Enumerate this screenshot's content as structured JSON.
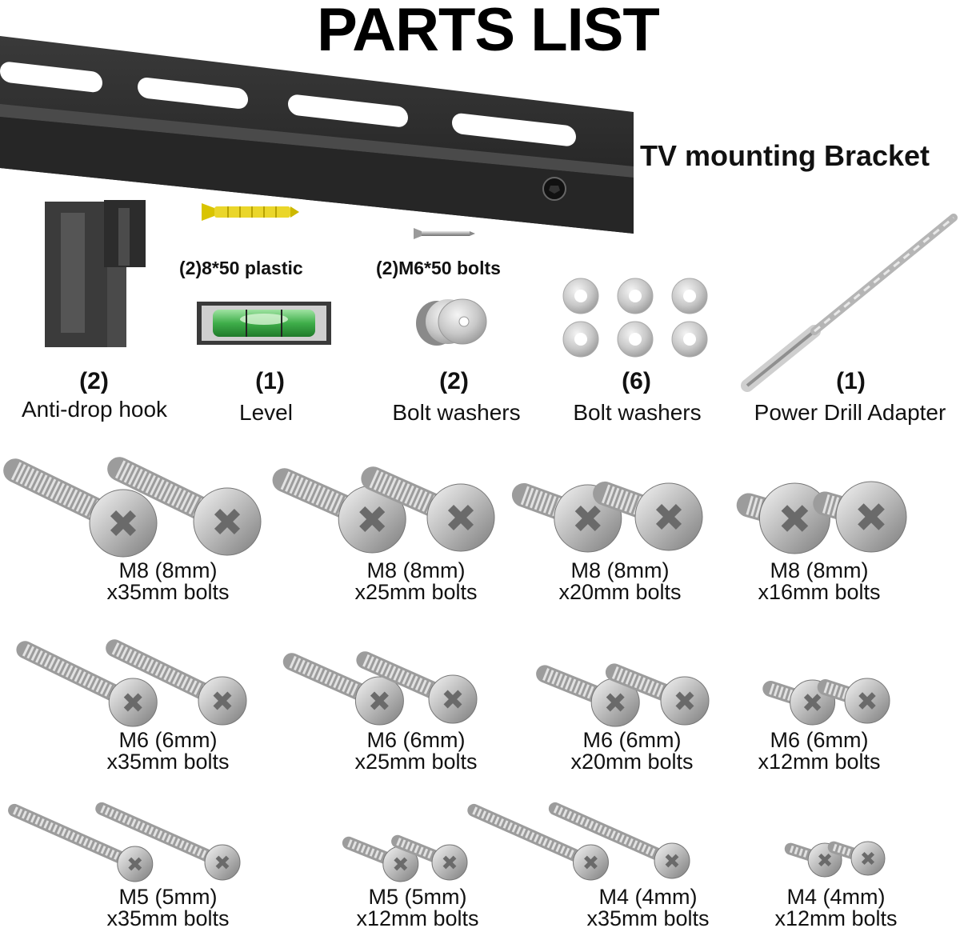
{
  "title": "PARTS LIST",
  "bracket": {
    "label": "TV mounting Bracket"
  },
  "small_parts": [
    {
      "label": "(2)8*50 plastic"
    },
    {
      "label": "(2)M6*50 bolts"
    }
  ],
  "parts": [
    {
      "qty": "(2)",
      "name": "Anti-drop hook"
    },
    {
      "qty": "(1)",
      "name": "Level"
    },
    {
      "qty": "(2)",
      "name": "Bolt washers"
    },
    {
      "qty": "(6)",
      "name": "Bolt washers"
    },
    {
      "qty": "(1)",
      "name": "Power Drill Adapter"
    }
  ],
  "bolt_rows": [
    [
      {
        "line1": "M8 (8mm)",
        "line2": "x35mm bolts"
      },
      {
        "line1": "M8 (8mm)",
        "line2": "x25mm bolts"
      },
      {
        "line1": "M8 (8mm)",
        "line2": "x20mm bolts"
      },
      {
        "line1": "M8 (8mm)",
        "line2": "x16mm bolts"
      }
    ],
    [
      {
        "line1": "M6 (6mm)",
        "line2": "x35mm bolts"
      },
      {
        "line1": "M6 (6mm)",
        "line2": "x25mm bolts"
      },
      {
        "line1": "M6 (6mm)",
        "line2": "x20mm bolts"
      },
      {
        "line1": "M6 (6mm)",
        "line2": "x12mm bolts"
      }
    ],
    [
      {
        "line1": "M5 (5mm)",
        "line2": "x35mm bolts"
      },
      {
        "line1": "M5 (5mm)",
        "line2": "x12mm bolts"
      },
      {
        "line1": "M4 (4mm)",
        "line2": "x35mm bolts"
      },
      {
        "line1": "M4 (4mm)",
        "line2": "x12mm bolts"
      }
    ]
  ]
}
